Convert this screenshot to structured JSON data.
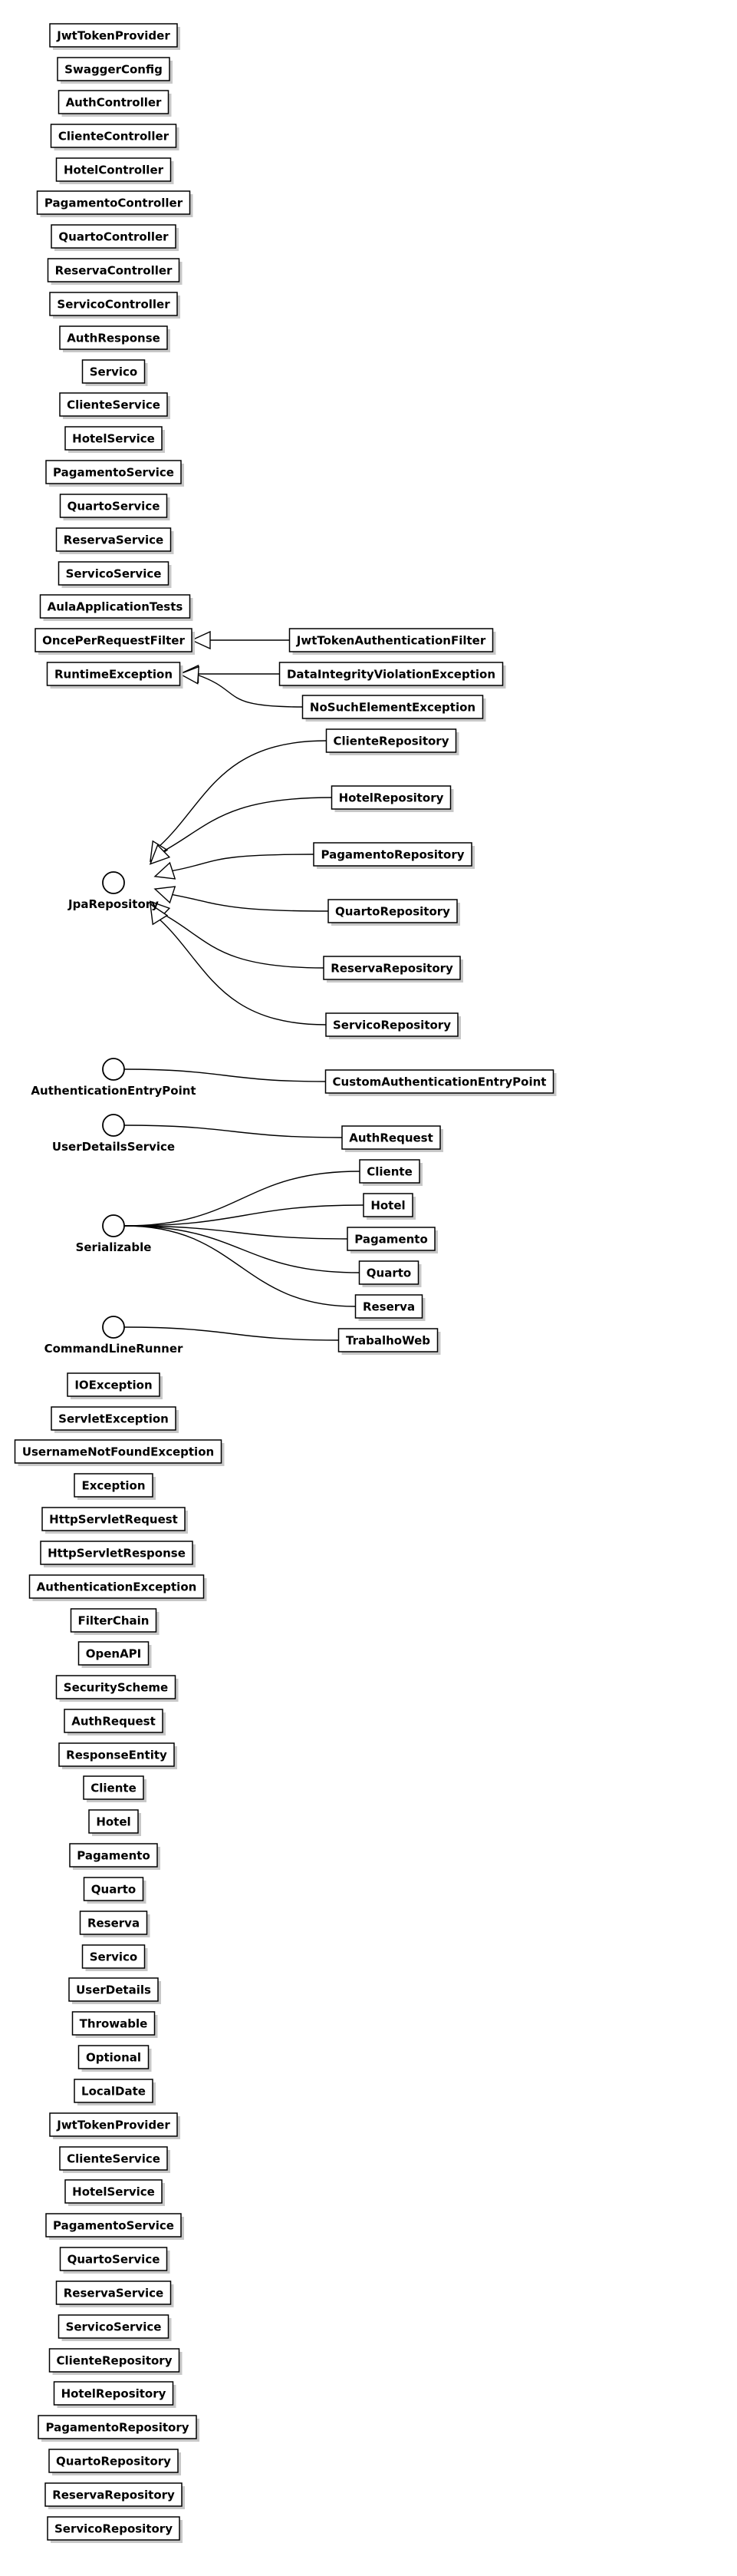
{
  "classes": [
    "JwtTokenProvider",
    "SwaggerConfig",
    "AuthController",
    "ClienteController",
    "HotelController",
    "PagamentoController",
    "QuartoController",
    "ReservaController",
    "ServicoController",
    "AuthResponse",
    "Servico",
    "ClienteService",
    "HotelService",
    "PagamentoService",
    "QuartoService",
    "ReservaService",
    "ServicoService",
    "AulaApplicationTests",
    "OncePerRequestFilter",
    "RuntimeException",
    "JwtTokenAuthenticationFilter",
    "DataIntegrityViolationException",
    "NoSuchElementException",
    "ClienteRepository",
    "HotelRepository",
    "PagamentoRepository",
    "QuartoRepository",
    "ReservaRepository",
    "ServicoRepository",
    "CustomAuthenticationEntryPoint",
    "AuthRequest",
    "Cliente",
    "Hotel",
    "Pagamento",
    "Quarto",
    "Reserva",
    "TrabalhoWeb",
    "IOException",
    "ServletException",
    "UsernameNotFoundException",
    "Exception",
    "HttpServletRequest",
    "HttpServletResponse",
    "AuthenticationException",
    "FilterChain",
    "OpenAPI",
    "SecurityScheme",
    "AuthRequest",
    "ResponseEntity",
    "Cliente",
    "Hotel",
    "Pagamento",
    "Quarto",
    "Reserva",
    "Servico",
    "UserDetails",
    "Throwable",
    "Optional",
    "LocalDate",
    "JwtTokenProvider",
    "ClienteService",
    "HotelService",
    "PagamentoService",
    "QuartoService",
    "ReservaService",
    "ServicoService",
    "ClienteRepository",
    "HotelRepository",
    "PagamentoRepository",
    "QuartoRepository",
    "ReservaRepository",
    "ServicoRepository"
  ],
  "interfaces": [
    "JpaRepository",
    "AuthenticationEntryPoint",
    "UserDetailsService",
    "Serializable",
    "CommandLineRunner"
  ],
  "relations": [
    {
      "kind": "extends",
      "from": "JwtTokenAuthenticationFilter",
      "to": "OncePerRequestFilter"
    },
    {
      "kind": "extends",
      "from": "DataIntegrityViolationException",
      "to": "RuntimeException"
    },
    {
      "kind": "extends",
      "from": "NoSuchElementException",
      "to": "RuntimeException"
    },
    {
      "kind": "extends",
      "from": "ClienteRepository",
      "to": "JpaRepository"
    },
    {
      "kind": "extends",
      "from": "HotelRepository",
      "to": "JpaRepository"
    },
    {
      "kind": "extends",
      "from": "PagamentoRepository",
      "to": "JpaRepository"
    },
    {
      "kind": "extends",
      "from": "QuartoRepository",
      "to": "JpaRepository"
    },
    {
      "kind": "extends",
      "from": "ReservaRepository",
      "to": "JpaRepository"
    },
    {
      "kind": "extends",
      "from": "ServicoRepository",
      "to": "JpaRepository"
    },
    {
      "kind": "implements",
      "from": "CustomAuthenticationEntryPoint",
      "to": "AuthenticationEntryPoint"
    },
    {
      "kind": "implements",
      "from": "AuthRequest",
      "to": "UserDetailsService"
    },
    {
      "kind": "implements",
      "from": "Cliente",
      "to": "Serializable"
    },
    {
      "kind": "implements",
      "from": "Hotel",
      "to": "Serializable"
    },
    {
      "kind": "implements",
      "from": "Pagamento",
      "to": "Serializable"
    },
    {
      "kind": "implements",
      "from": "Quarto",
      "to": "Serializable"
    },
    {
      "kind": "implements",
      "from": "Reserva",
      "to": "Serializable"
    },
    {
      "kind": "implements",
      "from": "TrabalhoWeb",
      "to": "CommandLineRunner"
    }
  ]
}
